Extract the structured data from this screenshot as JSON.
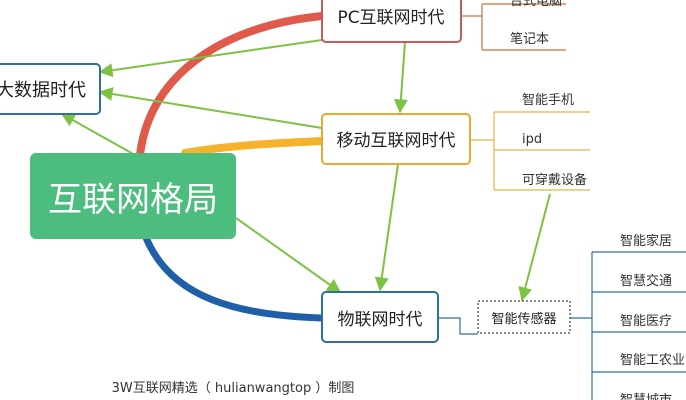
{
  "colors": {
    "green_arrow": "#7dc242",
    "red_branch": "#e05a4b",
    "yellow_branch": "#f4b32a",
    "blue_branch": "#1f5fa8",
    "root_fill": "#4cbd7e",
    "node_border": "#2f6f9f",
    "pc_border": "#c65b5b",
    "mobile_border": "#e8a930",
    "leaf_line_pc": "#c9703a",
    "leaf_line_mobile": "#e8b340",
    "leaf_line_iot": "#2f6f9f"
  },
  "root": {
    "label": "互联网格局"
  },
  "eras": {
    "big_data": {
      "label": "大数据时代"
    },
    "pc": {
      "label": "PC互联网时代",
      "items": [
        "台式电脑",
        "笔记本"
      ]
    },
    "mobile": {
      "label": "移动互联网时代",
      "items": [
        "智能手机",
        "ipd",
        "可穿戴设备"
      ]
    },
    "iot": {
      "label": "物联网时代",
      "sensor": "智能传感器"
    }
  },
  "smart_items": [
    "智能家居",
    "智慧交通",
    "智能医疗",
    "智能工农业",
    "智慧城市"
  ],
  "caption": "3W互联网精选（ hulianwangtop ）制图"
}
